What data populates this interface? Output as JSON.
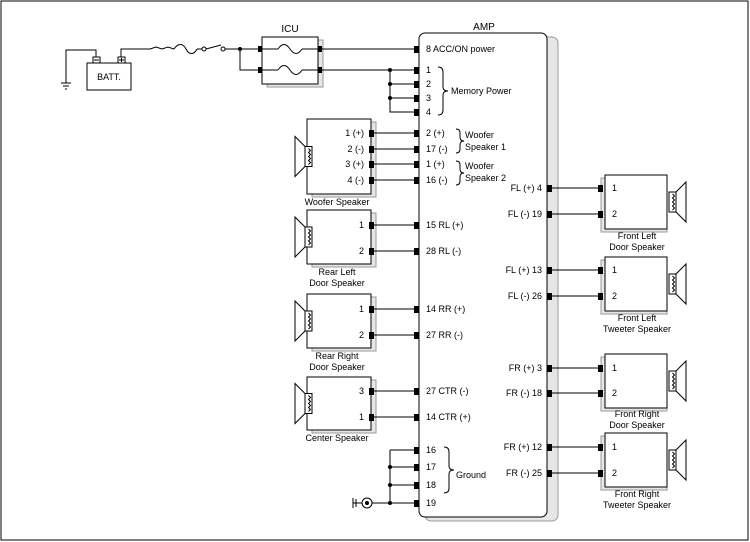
{
  "icu_label": "ICU",
  "amp_label": "AMP",
  "battery_label": "BATT.",
  "amp_left_pins": [
    {
      "text": "8 ACC/ON power"
    },
    {
      "text": "1"
    },
    {
      "text": "2"
    },
    {
      "text": "3"
    },
    {
      "text": "4"
    },
    {
      "text": "2 (+)"
    },
    {
      "text": "17 (-)"
    },
    {
      "text": "1 (+)"
    },
    {
      "text": "16 (-)"
    },
    {
      "text": "15 RL (+)"
    },
    {
      "text": "28 RL (-)"
    },
    {
      "text": "14 RR (+)"
    },
    {
      "text": "27 RR (-)"
    },
    {
      "text": "27 CTR (-)"
    },
    {
      "text": "14 CTR (+)"
    },
    {
      "text": "16"
    },
    {
      "text": "17"
    },
    {
      "text": "18"
    },
    {
      "text": "19"
    }
  ],
  "memory_power_label": "Memory Power",
  "woofer1_label": [
    "Woofer",
    "Speaker 1"
  ],
  "woofer2_label": [
    "Woofer",
    "Speaker 2"
  ],
  "ground_label": "Ground",
  "amp_right_pins": [
    {
      "text": "FL (+) 4"
    },
    {
      "text": "FL (-) 19"
    },
    {
      "text": "FL (+) 13"
    },
    {
      "text": "FL (-) 26"
    },
    {
      "text": "FR (+) 3"
    },
    {
      "text": "FR (-) 18"
    },
    {
      "text": "FR (+) 12"
    },
    {
      "text": "FR (-) 25"
    }
  ],
  "left_speakers": [
    {
      "name": [
        "Woofer Speaker"
      ],
      "pins": [
        "1 (+)",
        "2 (-)",
        "3 (+)",
        "4 (-)"
      ]
    },
    {
      "name": [
        "Rear Left",
        "Door Speaker"
      ],
      "pins": [
        "1",
        "2"
      ]
    },
    {
      "name": [
        "Rear Right",
        "Door Speaker"
      ],
      "pins": [
        "1",
        "2"
      ]
    },
    {
      "name": [
        "Center Speaker"
      ],
      "pins": [
        "3",
        "1"
      ]
    }
  ],
  "right_speakers": [
    {
      "name": [
        "Front Left",
        "Door Speaker"
      ],
      "pins": [
        "1",
        "2"
      ]
    },
    {
      "name": [
        "Front Left",
        "Tweeter Speaker"
      ],
      "pins": [
        "1",
        "2"
      ]
    },
    {
      "name": [
        "Front Right",
        "Door Speaker"
      ],
      "pins": [
        "1",
        "2"
      ]
    },
    {
      "name": [
        "Front Right",
        "Tweeter Speaker"
      ],
      "pins": [
        "1",
        "2"
      ]
    }
  ]
}
